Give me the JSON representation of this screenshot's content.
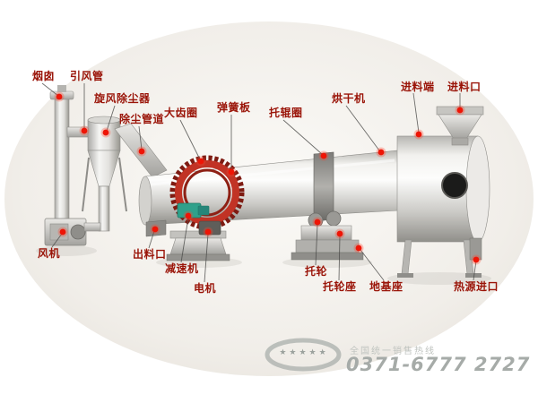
{
  "colors": {
    "label_text": "#9a1408",
    "marker_dot": "#ee1506",
    "gear_ring": "#b5261a",
    "reducer_green": "#2fa18b",
    "background": "#ffffff"
  },
  "diagram": {
    "labels": [
      {
        "name": "chimney",
        "text": "烟囱"
      },
      {
        "name": "induced-draft-pipe",
        "text": "引风管"
      },
      {
        "name": "cyclone-dust-collector",
        "text": "旋风除尘器"
      },
      {
        "name": "dust-removal-duct",
        "text": "除尘管道"
      },
      {
        "name": "big-gear-ring",
        "text": "大齿圈"
      },
      {
        "name": "spring-plate",
        "text": "弹簧板"
      },
      {
        "name": "riding-ring",
        "text": "托辊圈"
      },
      {
        "name": "dryer",
        "text": "烘干机"
      },
      {
        "name": "feed-end",
        "text": "进料端"
      },
      {
        "name": "feed-inlet",
        "text": "进料口"
      },
      {
        "name": "fan",
        "text": "风机"
      },
      {
        "name": "discharge-outlet",
        "text": "出料口"
      },
      {
        "name": "reducer",
        "text": "减速机"
      },
      {
        "name": "motor",
        "text": "电机"
      },
      {
        "name": "support-roller",
        "text": "托轮"
      },
      {
        "name": "roller-seat",
        "text": "托轮座"
      },
      {
        "name": "foundation-base",
        "text": "地基座"
      },
      {
        "name": "heat-source-inlet",
        "text": "热源进口"
      }
    ]
  },
  "watermark": {
    "stars": "★★★★★",
    "slogan": "全国统一销售热线",
    "phone": "0371-6777 2727"
  }
}
